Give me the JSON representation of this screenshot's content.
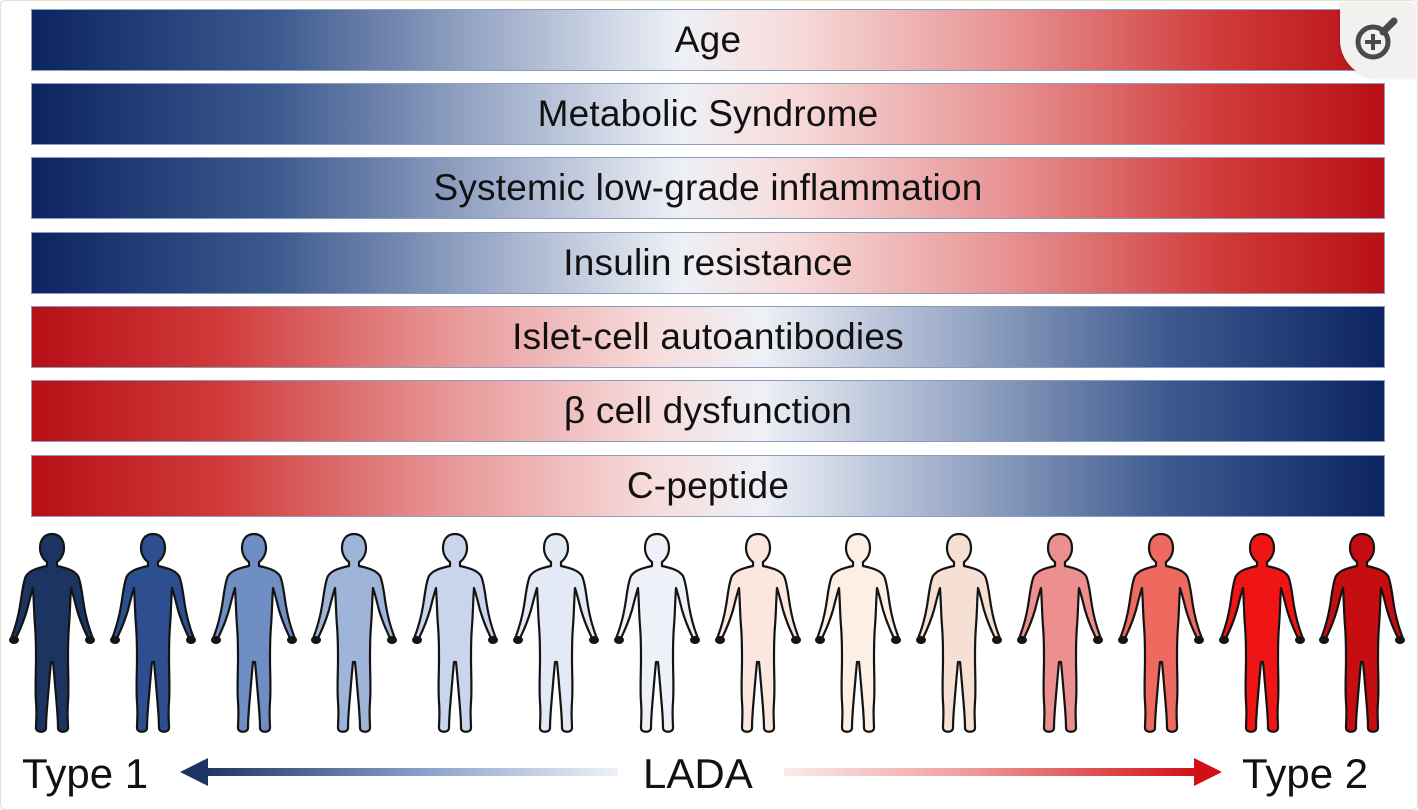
{
  "bars": [
    {
      "label": "Age",
      "direction": "blue-to-red"
    },
    {
      "label": "Metabolic Syndrome",
      "direction": "blue-to-red"
    },
    {
      "label": "Systemic low-grade inflammation",
      "direction": "blue-to-red"
    },
    {
      "label": "Insulin resistance",
      "direction": "blue-to-red"
    },
    {
      "label": "Islet-cell autoantibodies",
      "direction": "red-to-blue"
    },
    {
      "label": "β cell dysfunction",
      "direction": "red-to-blue"
    },
    {
      "label": "C-peptide",
      "direction": "red-to-blue"
    }
  ],
  "figures": [
    {
      "fill": "#1c3462"
    },
    {
      "fill": "#2d4f8f"
    },
    {
      "fill": "#6f8ec4"
    },
    {
      "fill": "#9fb4d9"
    },
    {
      "fill": "#c9d5ec"
    },
    {
      "fill": "#e4eaf5"
    },
    {
      "fill": "#eef1f8"
    },
    {
      "fill": "#fbe7df"
    },
    {
      "fill": "#fcefe6"
    },
    {
      "fill": "#f6dfd3"
    },
    {
      "fill": "#ec8f8f"
    },
    {
      "fill": "#ef6a5e"
    },
    {
      "fill": "#f01515"
    },
    {
      "fill": "#c60d10"
    }
  ],
  "labels": {
    "left": "Type 1",
    "center": "LADA",
    "right": "Type 2"
  },
  "colors": {
    "blue": "#0c2462",
    "red": "#b70f16"
  },
  "icons": {
    "zoom": "zoom-in-icon"
  }
}
